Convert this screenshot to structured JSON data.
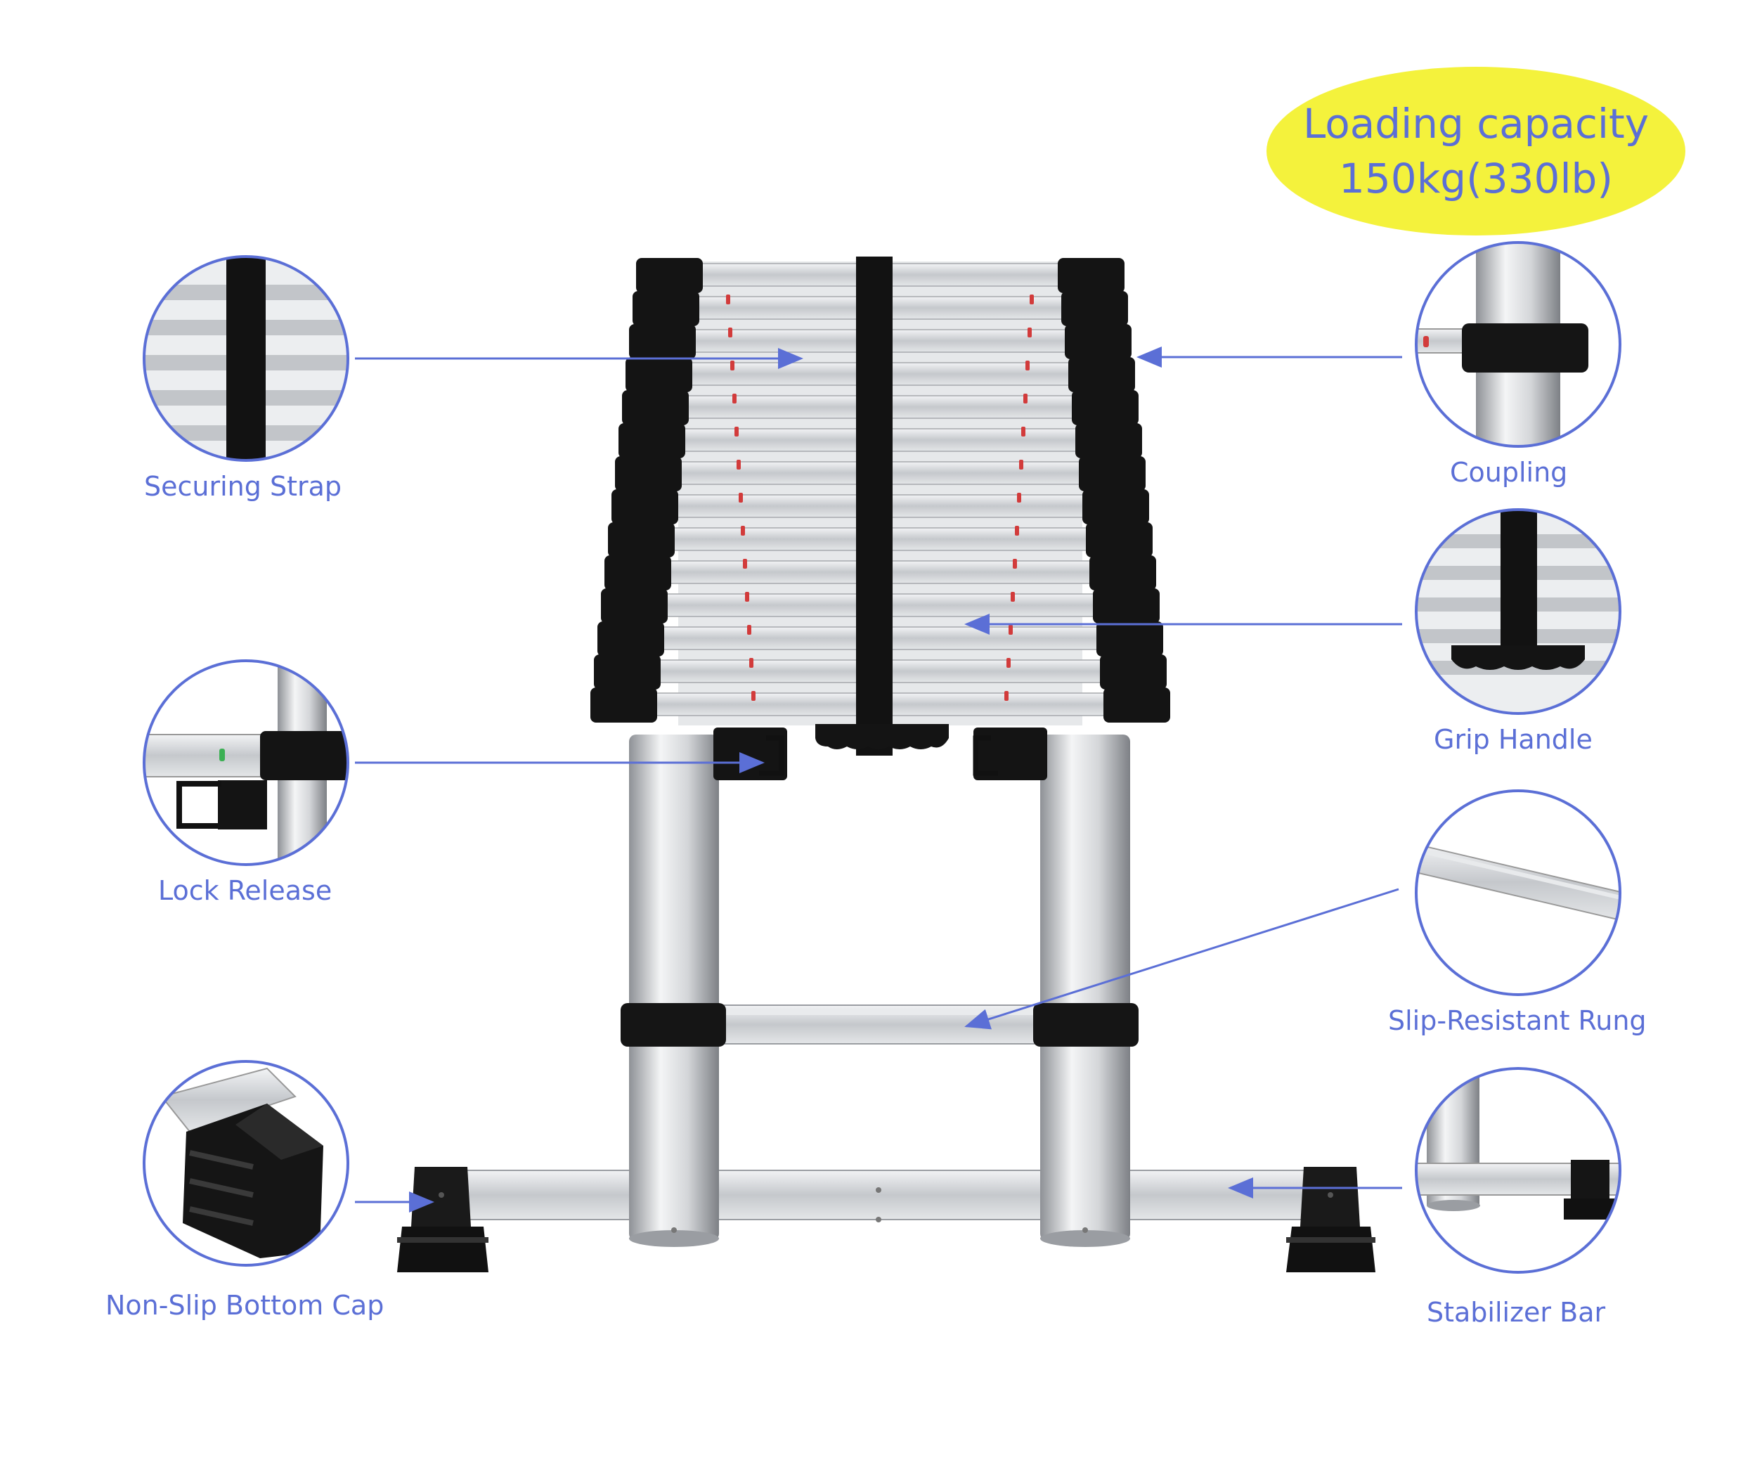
{
  "badge": {
    "line1": "Loading capacity",
    "line2": "150kg(330lb)",
    "fill": "#f4f23c",
    "text_color": "#5b6fd6"
  },
  "callouts": {
    "securing_strap": "Securing Strap",
    "coupling": "Coupling",
    "grip_handle": "Grip Handle",
    "lock_release": "Lock Release",
    "slip_resistant_rung": "Slip-Resistant Rung",
    "non_slip_bottom_cap": "Non-Slip Bottom Cap",
    "stabilizer_bar": "Stabilizer Bar"
  },
  "colors": {
    "accent": "#5b6fd6",
    "aluminum": "#c9ccd0",
    "cap_black": "#141414",
    "indicator_red": "#d23b3b"
  }
}
